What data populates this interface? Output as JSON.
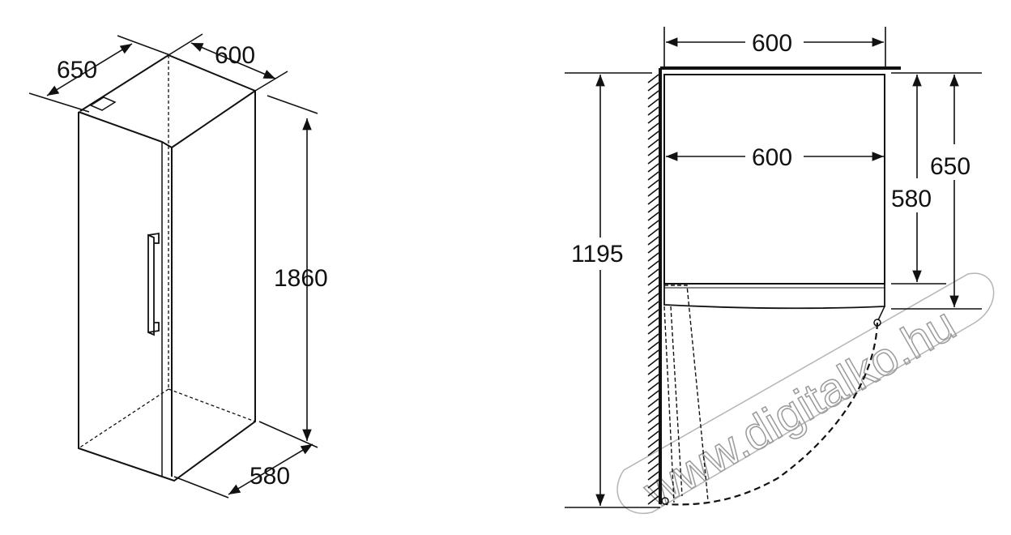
{
  "colors": {
    "line": "#111111",
    "watermark": "#9a9a9a",
    "background": "#ffffff"
  },
  "left_view": {
    "depth_label": "650",
    "width_label": "600",
    "height_label": "1860",
    "inner_depth_label": "580"
  },
  "right_view": {
    "top_width_label": "600",
    "inner_width_label": "600",
    "total_height_label": "1195",
    "depth_label": "580",
    "door_open_depth_label": "650"
  },
  "watermark": {
    "text": "www.digitalko.hu"
  },
  "icons": [
    "wall-hatching-icon",
    "door-handle-icon",
    "hinge-icon"
  ]
}
